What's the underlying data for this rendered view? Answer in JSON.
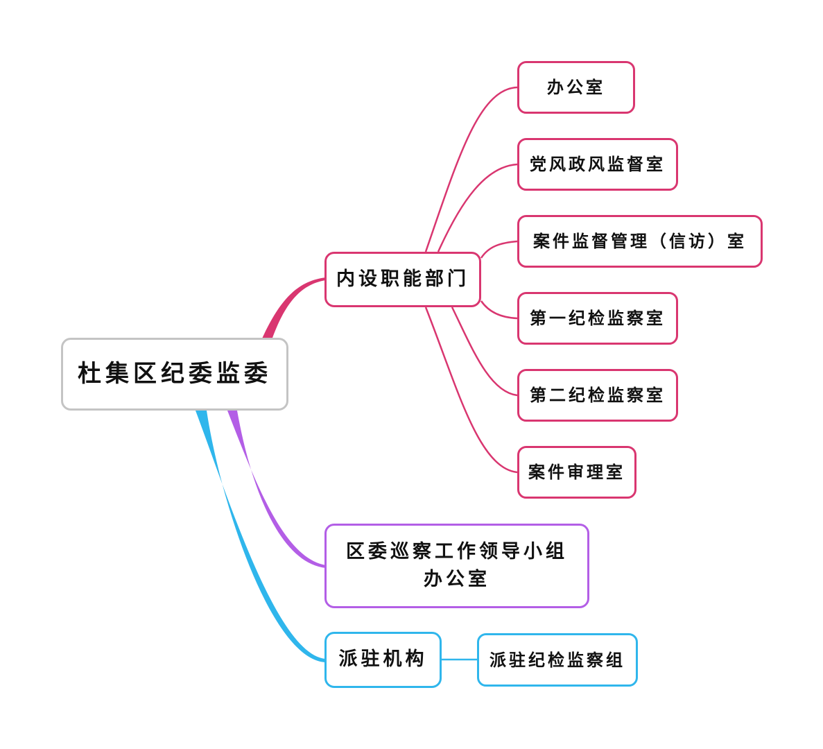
{
  "root": {
    "label": "杜集区纪委监委"
  },
  "branches": {
    "inner": {
      "label": "内设职能部门",
      "children": [
        "办公室",
        "党风政风监督室",
        "案件监督管理（信访）室",
        "第一纪检监察室",
        "第二纪检监察室",
        "案件审理室"
      ]
    },
    "patrol": {
      "label_lines": [
        "区委巡察工作领导小组",
        "办公室"
      ]
    },
    "station": {
      "label": "派驻机构",
      "children": [
        "派驻纪检监察组"
      ]
    }
  },
  "colors": {
    "inner": "#d93670",
    "patrol": "#b35ee6",
    "station": "#2fb6ec",
    "root_border": "#c4c4c4"
  }
}
